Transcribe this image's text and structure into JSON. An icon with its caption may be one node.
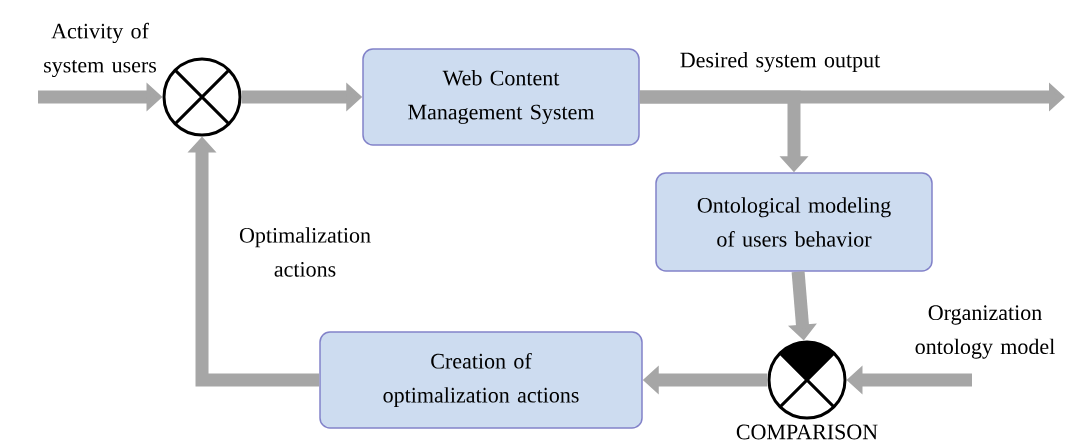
{
  "diagram": {
    "nodes": [
      {
        "text": [],
        "shape": "circle"
      },
      {
        "text": [
          "Web Content Management System"
        ]
      },
      {
        "text": [
          "Ontological modeling of users behavior"
        ]
      },
      {
        "text": [],
        "shape": "circle",
        "beside": [
          "COMPARISON"
        ]
      },
      {
        "text": [
          "Creation of optimalization actions"
        ]
      }
    ],
    "edges": [
      {
        "from": null,
        "to": 0,
        "arrow": "to",
        "label": "Activity of system users"
      },
      {
        "from": 0,
        "to": 1,
        "arrow": "to"
      },
      {
        "from": 1,
        "to": null,
        "arrow": "to",
        "label": "Desired system output"
      },
      {
        "from": 1,
        "to": 2,
        "arrow": "to"
      },
      {
        "from": 2,
        "to": 3,
        "arrow": "to"
      },
      {
        "from": null,
        "to": 3,
        "arrow": "to",
        "label": "Organization ontology model"
      },
      {
        "from": 3,
        "to": 4,
        "arrow": "to"
      },
      {
        "from": 4,
        "to": 0,
        "arrow": "to",
        "label": "Optimalization actions"
      }
    ]
  }
}
